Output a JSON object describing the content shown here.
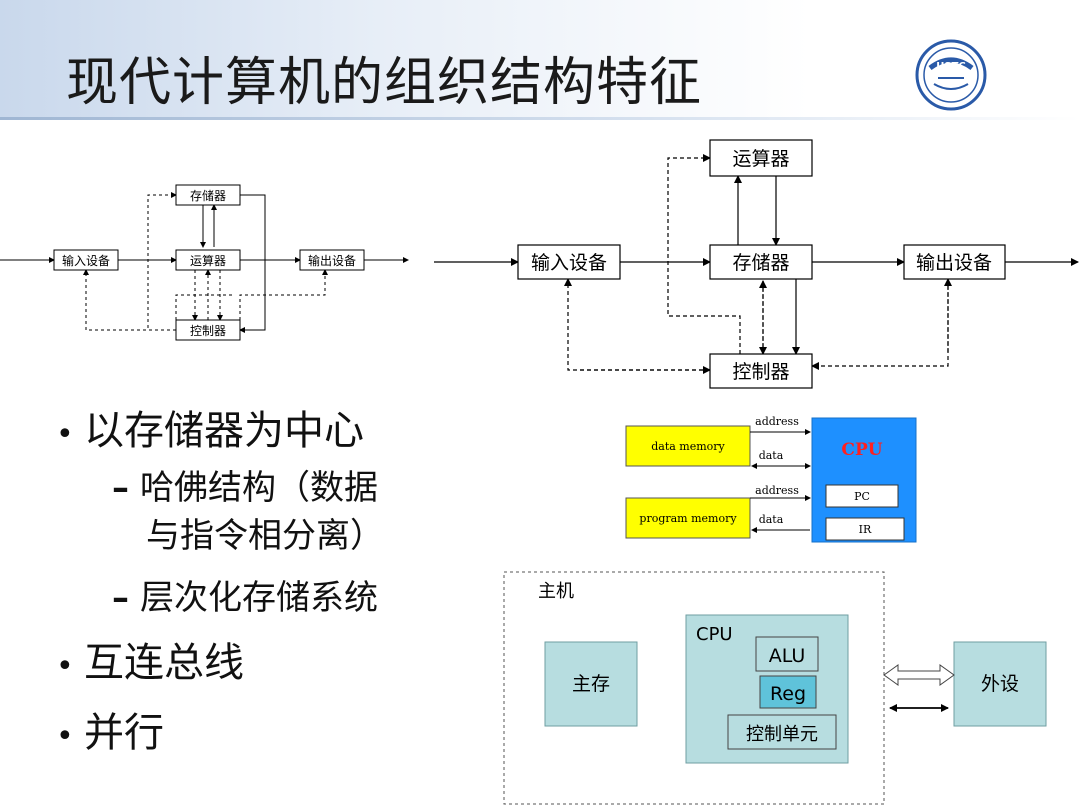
{
  "slide": {
    "title": "现代计算机的组织结构特征",
    "logo_text": "USTC",
    "bullets": {
      "b1": "以存储器为中心",
      "b1_sub1_line1": "哈佛结构（数据",
      "b1_sub1_line2": "与指令相分离）",
      "b1_sub2": "层次化存储系统",
      "b2": "互连总线",
      "b3": "并行"
    }
  },
  "diagram_small": {
    "input": "输入设备",
    "alu": "运算器",
    "output": "输出设备",
    "memory": "存储器",
    "control": "控制器"
  },
  "diagram_large": {
    "alu": "运算器",
    "input": "输入设备",
    "memory": "存储器",
    "output": "输出设备",
    "control": "控制器"
  },
  "harvard": {
    "data_memory": "data memory",
    "program_memory": "program memory",
    "address1": "address",
    "data1": "data",
    "address2": "address",
    "data2": "data",
    "cpu": "CPU",
    "pc": "PC",
    "ir": "IR",
    "colors": {
      "memory_fill": "#ffff00",
      "cpu_fill": "#1e90ff",
      "cpu_text": "#ff2020"
    }
  },
  "host": {
    "host_label": "主机",
    "main_memory": "主存",
    "cpu": "CPU",
    "alu": "ALU",
    "reg": "Reg",
    "control_unit": "控制单元",
    "peripheral": "外设",
    "colors": {
      "box_fill": "#b7dde0",
      "reg_fill": "#5fc3da"
    }
  }
}
